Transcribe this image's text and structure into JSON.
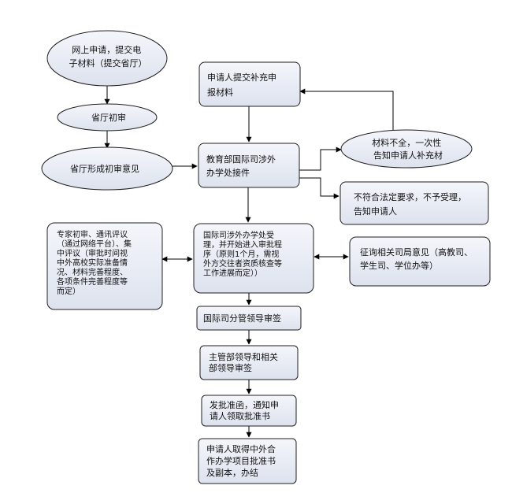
{
  "nodes": {
    "online_apply": [
      "网上申请，提交电",
      "子材料（提交省厅）"
    ],
    "province_review": [
      "省厅初审"
    ],
    "province_opinion": [
      "省厅形成初审意见"
    ],
    "applicant_supplement": [
      "申请人提交补充申",
      "报材料"
    ],
    "moe_receive": [
      "教育部国际司涉外",
      "办学处接件"
    ],
    "incomplete_notice": [
      "材料不全，一次性",
      "告知申请人补充材"
    ],
    "reject_notice": [
      "不符合法定要求，不予受理，",
      "告知申请人"
    ],
    "expert_review": [
      "专家初审、通讯评议",
      "（通过网络平台）、集",
      "中评议（审批时间视",
      "中外高校实际准备情",
      "况、材料完善程度、",
      "各项条件完善程度等",
      "而定）"
    ],
    "intl_accept": [
      "国际司涉外办学处受",
      "理，并开始进入审批程",
      "序（原则1个月，需视",
      "外方交往者资质核查等",
      "工作进展而定））"
    ],
    "consult_depts": [
      "征询相关司局意见（高教司、",
      "学生司、学位办等）"
    ],
    "intl_leader": [
      "国际司分管领导审签"
    ],
    "ministry_leader": [
      "主管部领导和相关",
      "部领导审签"
    ],
    "approval_letter": [
      "发批准函，通知申",
      "请人领取批准书"
    ],
    "final_obtain": [
      "申请人取得中外合",
      "作办学项目批准书",
      "及副本，办结"
    ]
  }
}
